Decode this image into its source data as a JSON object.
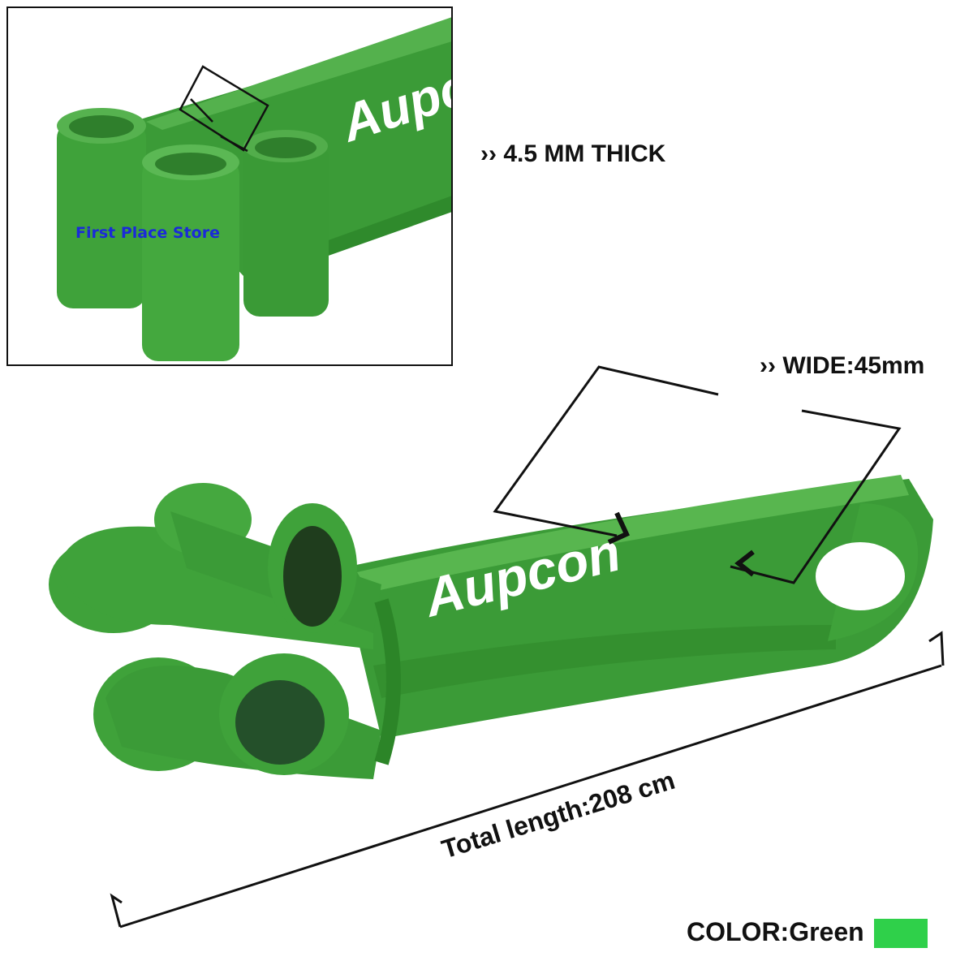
{
  "labels": {
    "thickness": "›› 4.5 MM THICK",
    "width": "›› WIDE:45mm",
    "length": "Total length:208 cm",
    "color_label": "COLOR:Green",
    "brand_inset": "Aupc",
    "brand_main": "Aupcon",
    "store_watermark": "First Place Store"
  },
  "colors": {
    "swatch": "#2fd04a",
    "band": "#3fa23a",
    "band_dark": "#2e8a2c",
    "band_light": "#58b64f"
  }
}
